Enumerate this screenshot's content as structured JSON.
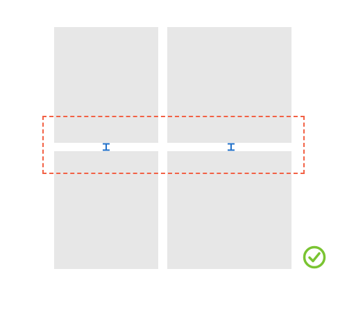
{
  "layout_preview": {
    "panels": [
      {
        "id": "top-left"
      },
      {
        "id": "top-right"
      },
      {
        "id": "bottom-left"
      },
      {
        "id": "bottom-right"
      }
    ],
    "selection": {
      "style": "dashed",
      "color": "#f26044"
    },
    "gap_markers": [
      {
        "id": "left",
        "icon": "resize-vertical-icon",
        "color": "#1f6fc8"
      },
      {
        "id": "right",
        "icon": "resize-vertical-icon",
        "color": "#1f6fc8"
      }
    ],
    "status": {
      "icon": "check-circle-icon",
      "state": "valid",
      "color": "#7ac432"
    }
  },
  "colors": {
    "panel": "#e7e7e7",
    "background": "#ffffff",
    "selection": "#f26044",
    "marker": "#1f6fc8",
    "success": "#7ac432"
  }
}
